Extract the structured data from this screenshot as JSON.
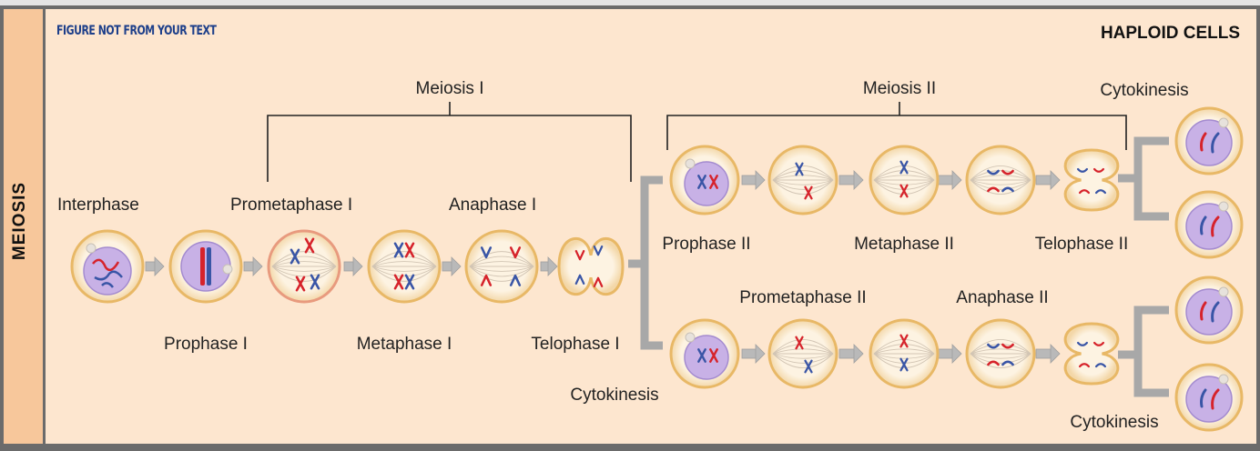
{
  "side_label": "MEIOSIS",
  "figure_note": "FIGURE NOT FROM YOUR TEXT",
  "haploid_label": "HAPLOID CELLS",
  "labels": {
    "meiosis_i": "Meiosis I",
    "meiosis_ii": "Meiosis II",
    "interphase": "Interphase",
    "prophase_i": "Prophase I",
    "prometaphase_i": "Prometaphase I",
    "metaphase_i": "Metaphase I",
    "anaphase_i": "Anaphase I",
    "telophase_i": "Telophase I",
    "cytokinesis_middle": "Cytokinesis",
    "prophase_ii": "Prophase II",
    "metaphase_ii": "Metaphase II",
    "telophase_ii": "Telophase II",
    "prometaphase_ii": "Prometaphase II",
    "anaphase_ii": "Anaphase II",
    "cytokinesis_top": "Cytokinesis",
    "cytokinesis_bottom": "Cytokinesis"
  },
  "colors": {
    "cell_fill": "#fdf0dc",
    "cell_ring": "#e8b866",
    "nucleus": "#c8b1e6",
    "chromosome_red": "#d6232b",
    "chromosome_blue": "#3955a6",
    "arrow": "#b9b9b9",
    "bracket": "#222222"
  }
}
